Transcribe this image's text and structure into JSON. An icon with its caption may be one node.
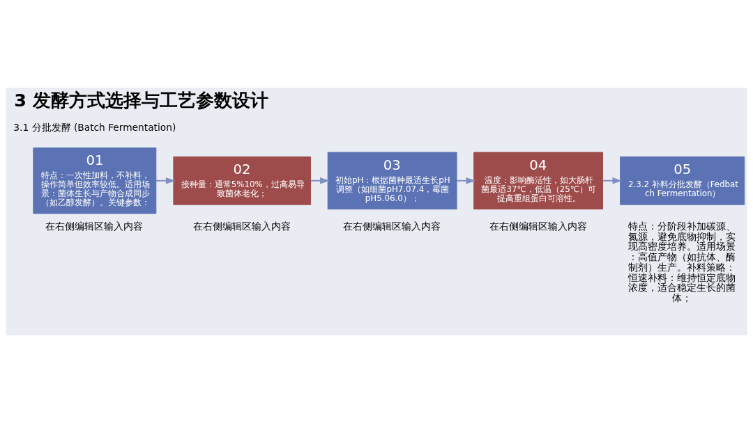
{
  "diagram": {
    "title": "3 发酵方式选择与工艺参数设计",
    "nodes": [
      {
        "text": [
          "01",
          "特点：一次性加料，不补料，操作简单但效率较低。适用场景：菌体生长与产物合成同步（如乙醇发酵）。关键参数："
        ],
        "beside": [
          "在右侧编辑区输入内容"
        ]
      },
      {
        "text": [
          "02",
          "接种量：通常5%10%，过高易导致菌体老化；"
        ],
        "beside": [
          "在右侧编辑区输入内容"
        ]
      },
      {
        "text": [
          "03",
          "初始pH：根据菌种最适生长pH调整（如细菌pH7.07.4，霉菌pH5.06.0）；"
        ],
        "beside": [
          "在右侧编辑区输入内容"
        ]
      },
      {
        "text": [
          "04",
          "温度：影响酶活性，如大肠杆菌最适37℃，低温（25℃）可提高重组蛋白可溶性。"
        ],
        "beside": [
          "在右侧编辑区输入内容"
        ]
      },
      {
        "text": [
          "05",
          "2.3.2 补料分批发酵（Fedbatch Fermentation）"
        ],
        "beside": [
          "特点：分阶段补加碳源、氮源，避免底物抑制，实现高密度培养。适用场景：高值产物（如抗体、酶制剂）生产。补料策略：恒速补料：维持恒定底物浓度，适合稳定生长的菌体；"
        ]
      }
    ],
    "edges": [
      {
        "from": 0,
        "to": 1,
        "arrow": "to"
      },
      {
        "from": 1,
        "to": 2,
        "arrow": "to"
      },
      {
        "from": 2,
        "to": 3,
        "arrow": "to"
      },
      {
        "from": 3,
        "to": 4,
        "arrow": "to"
      }
    ],
    "labels": [
      "3.1 分批发酵 (Batch Fermentation)"
    ]
  }
}
